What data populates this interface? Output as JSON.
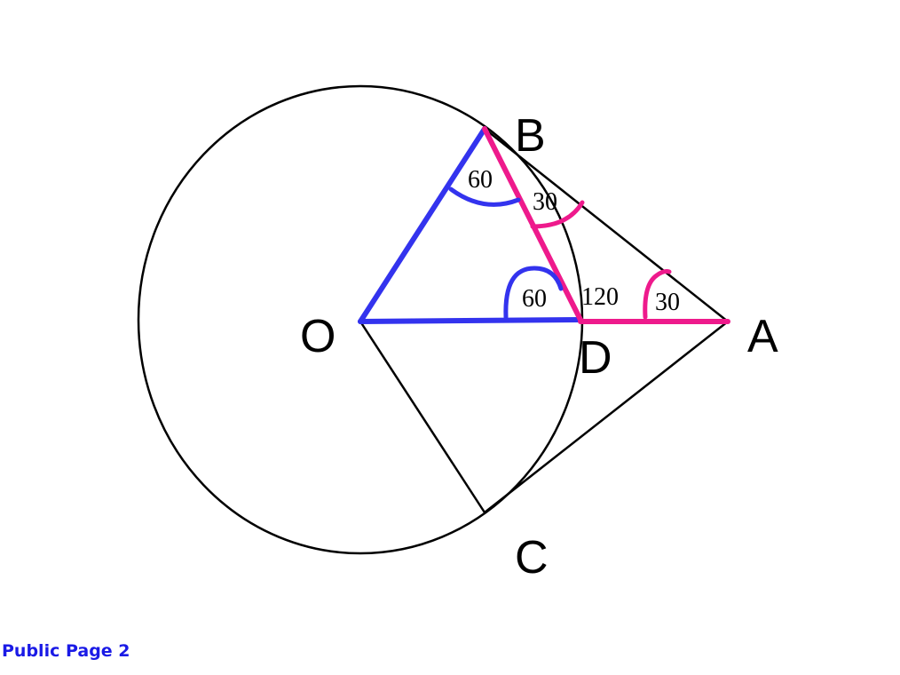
{
  "diagram": {
    "points": {
      "B": "B",
      "O": "O",
      "D": "D",
      "A": "A",
      "C": "C"
    },
    "angles": {
      "obd": "60",
      "dba": "30",
      "odb": "60",
      "bda": "120",
      "dab": "30"
    }
  },
  "colors": {
    "ink": "#000000",
    "blue_triangle": "#3333ee",
    "magenta_triangle": "#ee1a8c",
    "footer_link": "#1a1ae6"
  },
  "footer": {
    "link_label": "Public Page 2"
  }
}
